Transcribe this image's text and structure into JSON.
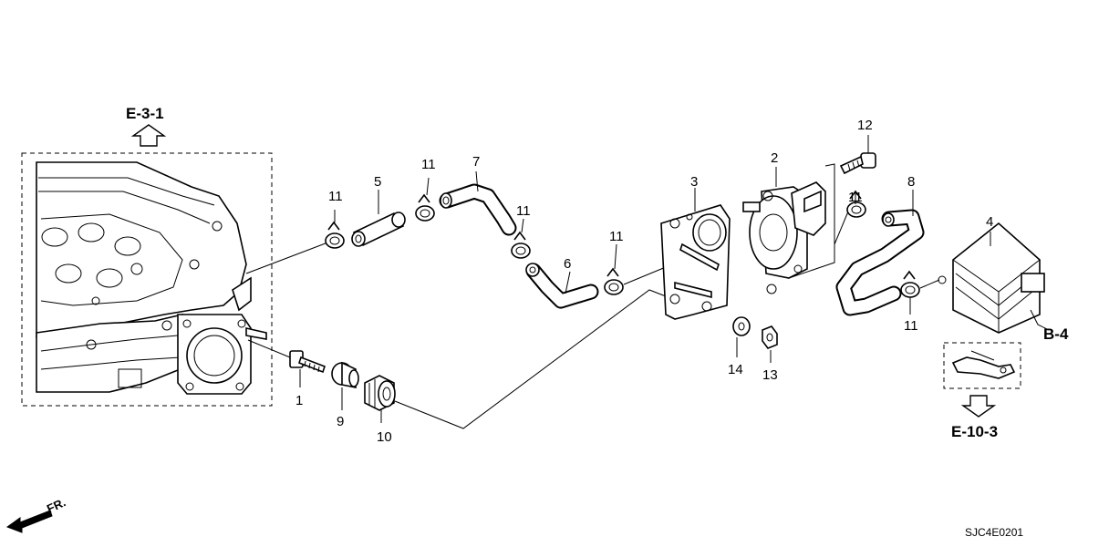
{
  "refs": {
    "top_left": "E-3-1",
    "bottom_right": "E-10-3",
    "side_right": "B-4"
  },
  "parts": {
    "p1": "1",
    "p2": "2",
    "p3": "3",
    "p4": "4",
    "p5": "5",
    "p6": "6",
    "p7": "7",
    "p8": "8",
    "p9": "9",
    "p10": "10",
    "p11a": "11",
    "p11b": "11",
    "p11c": "11",
    "p11d": "11",
    "p11e": "11",
    "p11f": "11",
    "p12": "12",
    "p13": "13",
    "p14": "14"
  },
  "front_marker": "FR.",
  "diagram_code": "SJC4E0201",
  "icons": [
    "up-arrow-icon",
    "down-arrow-icon",
    "front-arrow-icon"
  ]
}
